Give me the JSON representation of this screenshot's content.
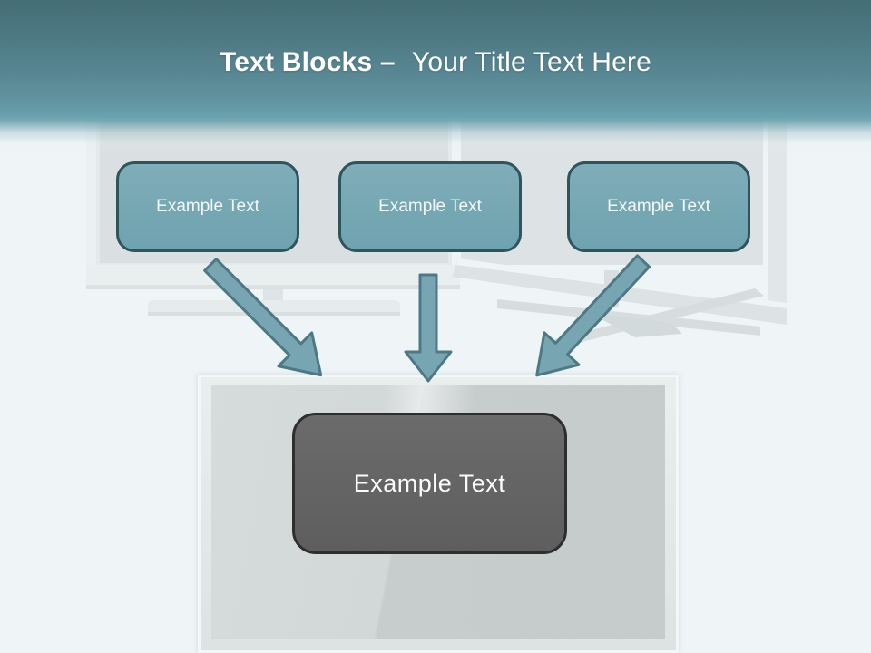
{
  "title": {
    "bold": "Text Blocks –",
    "regular": "Your Title Text Here"
  },
  "top_boxes": [
    {
      "label": "Example Text"
    },
    {
      "label": "Example Text"
    },
    {
      "label": "Example Text"
    }
  ],
  "center_box": {
    "label": "Example Text"
  },
  "colors": {
    "header_teal": "#4d7882",
    "box_teal_fill": "#76a7b2",
    "box_teal_border": "#2f545c",
    "arrow_fill": "#77a6b2",
    "arrow_border": "#4d7884",
    "center_box_fill": "#646464",
    "center_box_border": "#2e2e2e",
    "tv_screen_gray": "#c9cecf",
    "background": "#eff5f7"
  }
}
